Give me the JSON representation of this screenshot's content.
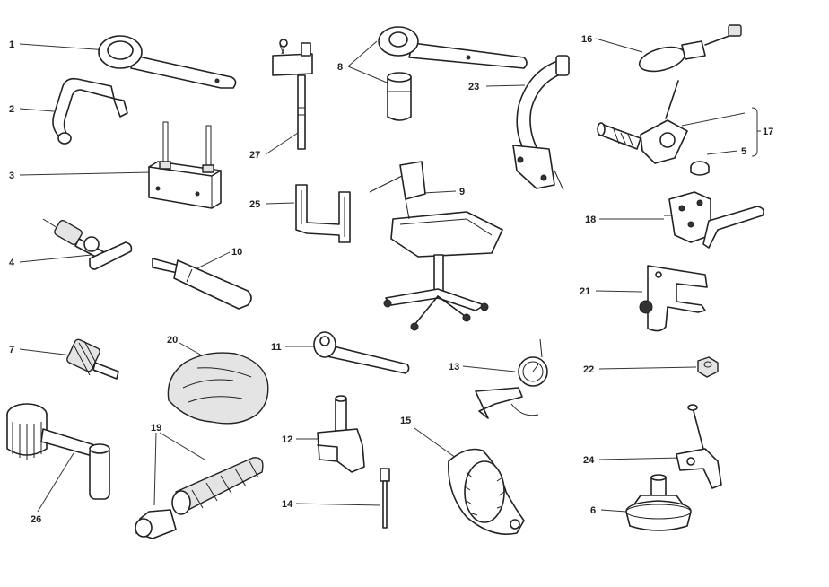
{
  "callouts": [
    {
      "key": "c1",
      "text": "1"
    },
    {
      "key": "c2",
      "text": "2"
    },
    {
      "key": "c3",
      "text": "3"
    },
    {
      "key": "c4",
      "text": "4"
    },
    {
      "key": "c7",
      "text": "7"
    },
    {
      "key": "c26",
      "text": "26"
    },
    {
      "key": "c27",
      "text": "27"
    },
    {
      "key": "c25",
      "text": "25"
    },
    {
      "key": "c10",
      "text": "10"
    },
    {
      "key": "c20",
      "text": "20"
    },
    {
      "key": "c19",
      "text": "19"
    },
    {
      "key": "c8",
      "text": "8"
    },
    {
      "key": "c23",
      "text": "23"
    },
    {
      "key": "c9",
      "text": "9"
    },
    {
      "key": "c11",
      "text": "11"
    },
    {
      "key": "c12",
      "text": "12"
    },
    {
      "key": "c14",
      "text": "14"
    },
    {
      "key": "c15",
      "text": "15"
    },
    {
      "key": "c13",
      "text": "13"
    },
    {
      "key": "c16",
      "text": "16"
    },
    {
      "key": "c17",
      "text": "17"
    },
    {
      "key": "c5",
      "text": "5"
    },
    {
      "key": "c18",
      "text": "18"
    },
    {
      "key": "c21",
      "text": "21"
    },
    {
      "key": "c22",
      "text": "22"
    },
    {
      "key": "c24",
      "text": "24"
    },
    {
      "key": "c6",
      "text": "6"
    }
  ]
}
